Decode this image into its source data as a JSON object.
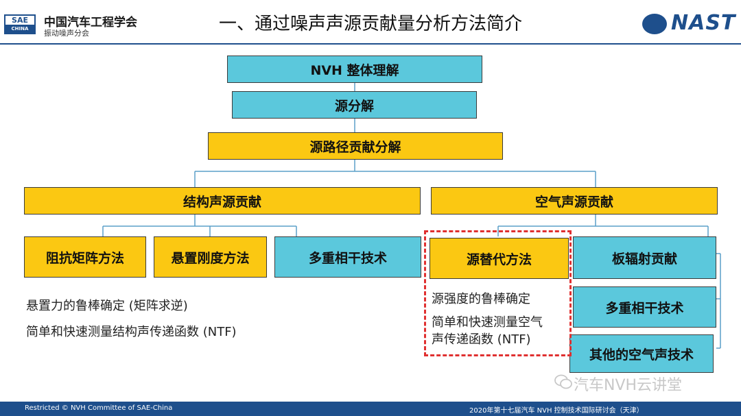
{
  "header": {
    "logo_text": "SAE",
    "logo_sub": "CHINA",
    "org_name": "中国汽车工程学会",
    "org_sub": "振动噪声分会",
    "title": "一、通过噪声声源贡献量分析方法简介",
    "right_logo": "NAST"
  },
  "diagram": {
    "level1": "NVH 整体理解",
    "level2": "源分解",
    "level3": "源路径贡献分解",
    "structure_branch": {
      "label": "结构声源贡献",
      "methods": [
        "阻抗矩阵方法",
        "悬置刚度方法",
        "多重相干技术"
      ],
      "notes": [
        "悬置力的鲁棒确定 (矩阵求逆)",
        "简单和快速测量结构声传递函数 (NTF)"
      ]
    },
    "airborne_branch": {
      "label": "空气声源贡献",
      "methods": [
        "源替代方法",
        "板辐射贡献",
        "多重相干技术",
        "其他的空气声技术"
      ],
      "notes": [
        "源强度的鲁棒确定",
        "简单和快速测量空气",
        "声传递函数 (NTF)"
      ]
    }
  },
  "colors": {
    "teal": "#5bc8dc",
    "gold": "#fbc812",
    "brand_blue": "#1e4f8c",
    "highlight_red": "#e03030"
  },
  "watermark": "汽车NVH云讲堂",
  "footer": {
    "left": "Restricted © NVH Committee of SAE-China",
    "right": "2020年第十七届汽车 NVH 控制技术国际研讨会（天津）"
  }
}
